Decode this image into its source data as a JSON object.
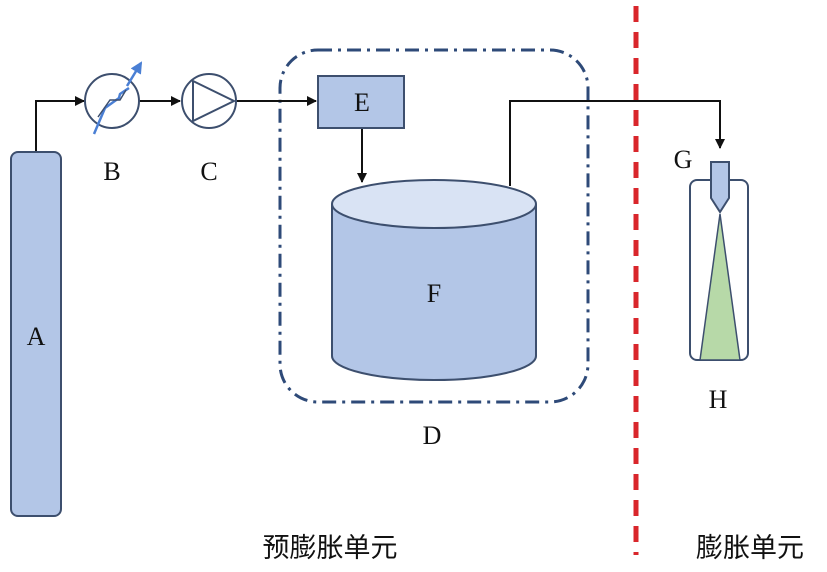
{
  "labels": {
    "a": "A",
    "b": "B",
    "c": "C",
    "d": "D",
    "e": "E",
    "f": "F",
    "g": "G",
    "h": "H"
  },
  "units": {
    "pre_expansion": "预膨胀单元",
    "expansion": "膨胀单元"
  },
  "colors": {
    "component_fill": "#b3c6e7",
    "component_stroke": "#3d4f6e",
    "tank_top_fill": "#d9e3f4",
    "boundary_dash": "#d9262b",
    "unit_outline": "#2e4a78",
    "spray_fill": "#b7d9a8",
    "pipe": "#111111",
    "heater_arrow": "#4a7fd4"
  },
  "icons": {
    "b": "heat-exchanger-icon",
    "c": "pump-icon"
  }
}
